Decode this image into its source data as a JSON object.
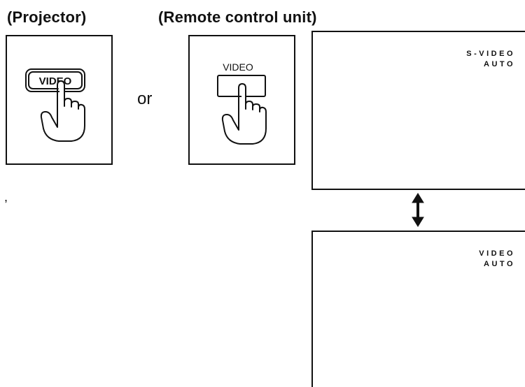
{
  "headings": {
    "projector": "(Projector)",
    "remote": "(Remote control unit)"
  },
  "buttons": {
    "projector_label": "VIDEO",
    "remote_label": "VIDEO"
  },
  "connector": "or",
  "screens": {
    "first": {
      "line1": "S-VIDEO",
      "line2": "AUTO"
    },
    "second": {
      "line1": "VIDEO",
      "line2": "AUTO"
    }
  },
  "icons": [
    "hand-pointer-icon",
    "double-arrow-icon"
  ]
}
